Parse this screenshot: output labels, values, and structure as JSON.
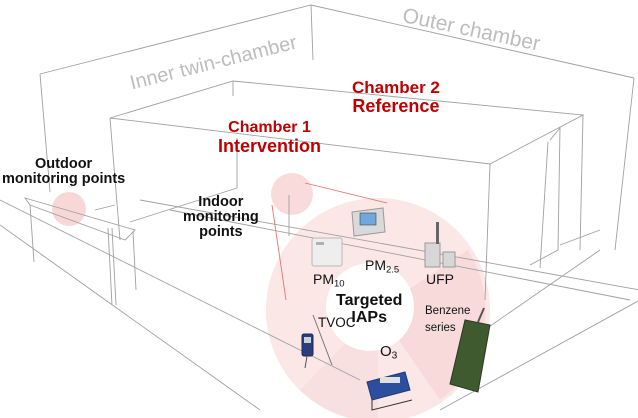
{
  "labels": {
    "outer_chamber": "Outer chamber",
    "inner_twin_chamber": "Inner twin-chamber",
    "chamber1_title": "Chamber 1",
    "chamber1_sub": "Intervention",
    "chamber2_title": "Chamber 2",
    "chamber2_sub": "Reference",
    "outdoor_line1": "Outdoor",
    "outdoor_line2": "monitoring points",
    "indoor_line1": "Indoor",
    "indoor_line2": "monitoring",
    "indoor_line3": "points",
    "center_line1": "Targeted",
    "center_line2": "IAPs"
  },
  "instruments": [
    {
      "id": "pm10",
      "base": "PM",
      "sub": "10",
      "device": "pm10-monitor-box"
    },
    {
      "id": "pm25",
      "base": "PM",
      "sub": "2.5",
      "device": "pm25-monitor-touchscreen"
    },
    {
      "id": "ufp",
      "base": "UFP",
      "sub": "",
      "device": "ufp-counter"
    },
    {
      "id": "benzene",
      "base": "Benzene",
      "line2": "series",
      "device": "benzene-handheld-analyzer"
    },
    {
      "id": "o3",
      "base": "O",
      "sub": "3",
      "device": "ozone-analyzer"
    },
    {
      "id": "tvoc",
      "base": "TVOC",
      "sub": "",
      "device": "tvoc-handheld-meter"
    }
  ],
  "colors": {
    "accent_red": "#c00000",
    "label_gray": "#bdbdbd",
    "wire": "#9a9a9a",
    "highlight_pink": "#f9dede",
    "callout_line": "#e57373"
  }
}
